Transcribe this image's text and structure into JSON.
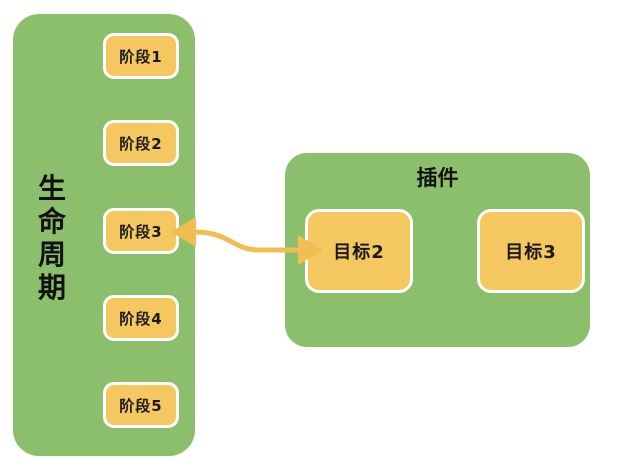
{
  "diagram": {
    "background_color": "#FFFFFF",
    "panel_color": "#8CBF6B",
    "node_color": "#F5C761",
    "node_border_color": "#FFFFFF",
    "arrow_color": "#F0BE52",
    "text_color": "#111111",
    "lifecycle_panel": {
      "title": "生命周期",
      "stages": [
        {
          "label": "阶段1"
        },
        {
          "label": "阶段2"
        },
        {
          "label": "阶段3"
        },
        {
          "label": "阶段4"
        },
        {
          "label": "阶段5"
        }
      ]
    },
    "plugin_panel": {
      "title": "插件",
      "goals": [
        {
          "label": "目标2"
        },
        {
          "label": "目标3"
        }
      ]
    },
    "connector": {
      "name": "bidirectional-arrow",
      "from": "阶段3",
      "to": "目标2",
      "style": "double-headed-curved"
    }
  }
}
